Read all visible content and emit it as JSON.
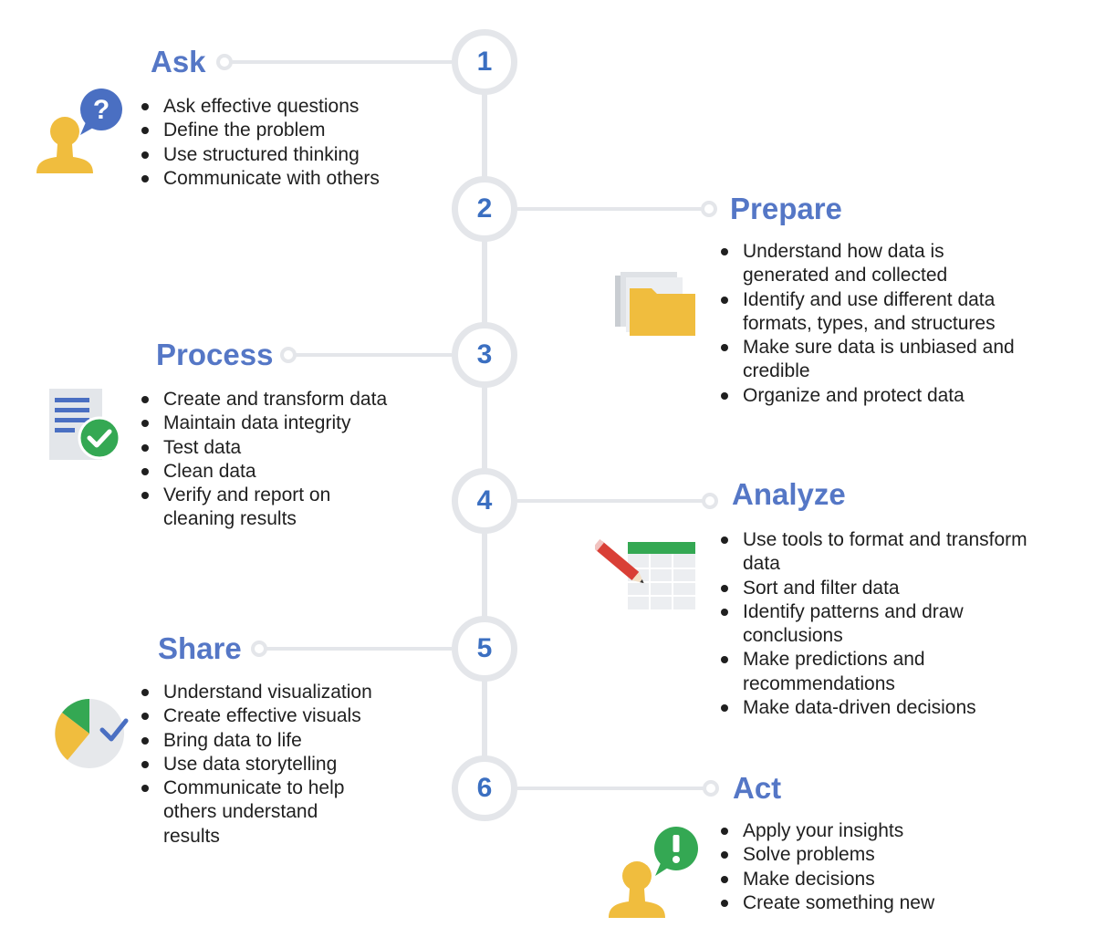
{
  "steps": [
    {
      "number": "1",
      "title": "Ask",
      "icon": "question-person-icon",
      "items": [
        "Ask effective questions",
        "Define the problem",
        "Use structured thinking",
        "Communicate with others"
      ]
    },
    {
      "number": "2",
      "title": "Prepare",
      "icon": "folder-icon",
      "items": [
        "Understand how data is generated and collected",
        "Identify and use different data formats, types, and structures",
        "Make sure data is unbiased and credible",
        "Organize and protect data"
      ]
    },
    {
      "number": "3",
      "title": "Process",
      "icon": "document-check-icon",
      "items": [
        "Create and transform data",
        "Maintain data integrity",
        "Test data",
        "Clean data",
        "Verify and report on cleaning results"
      ]
    },
    {
      "number": "4",
      "title": "Analyze",
      "icon": "spreadsheet-pencil-icon",
      "items": [
        "Use tools to format and transform data",
        "Sort and filter data",
        "Identify patterns and draw conclusions",
        "Make predictions and recommendations",
        "Make data-driven decisions"
      ]
    },
    {
      "number": "5",
      "title": "Share",
      "icon": "pie-chart-check-icon",
      "items": [
        "Understand visualization",
        "Create effective visuals",
        "Bring data to life",
        "Use data storytelling",
        "Communicate to help others understand results"
      ]
    },
    {
      "number": "6",
      "title": "Act",
      "icon": "exclamation-person-icon",
      "items": [
        "Apply your insights",
        "Solve problems",
        "Make decisions",
        "Create something new"
      ]
    }
  ],
  "colors": {
    "accent": "#5577c6",
    "number": "#3b6fc1",
    "connector": "#e4e6ea",
    "person": "#f0bd3e",
    "green": "#34a853",
    "blue": "#4a6fc2"
  }
}
